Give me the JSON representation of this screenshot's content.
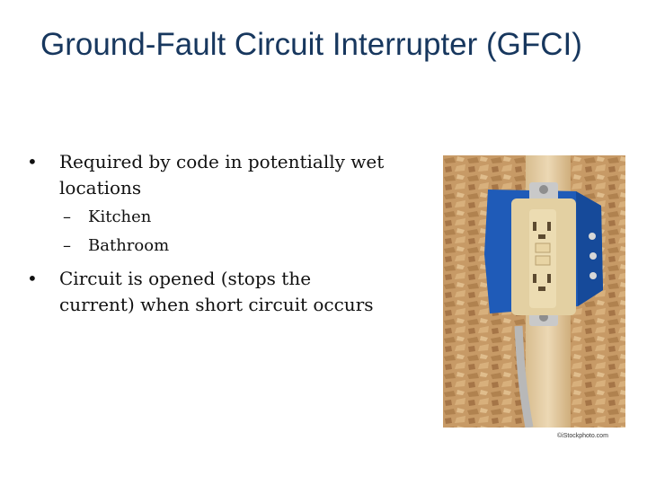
{
  "slide": {
    "title": "Ground-Fault Circuit Interrupter (GFCI)",
    "bullets": [
      {
        "text": "Required by code in potentially wet locations",
        "sub": [
          "Kitchen",
          "Bathroom"
        ]
      },
      {
        "text": "Circuit is opened (stops the current) when short circuit occurs"
      }
    ],
    "bullet_glyph": "•",
    "sub_glyph": "–",
    "photo_credit": "©iStockphoto.com"
  }
}
